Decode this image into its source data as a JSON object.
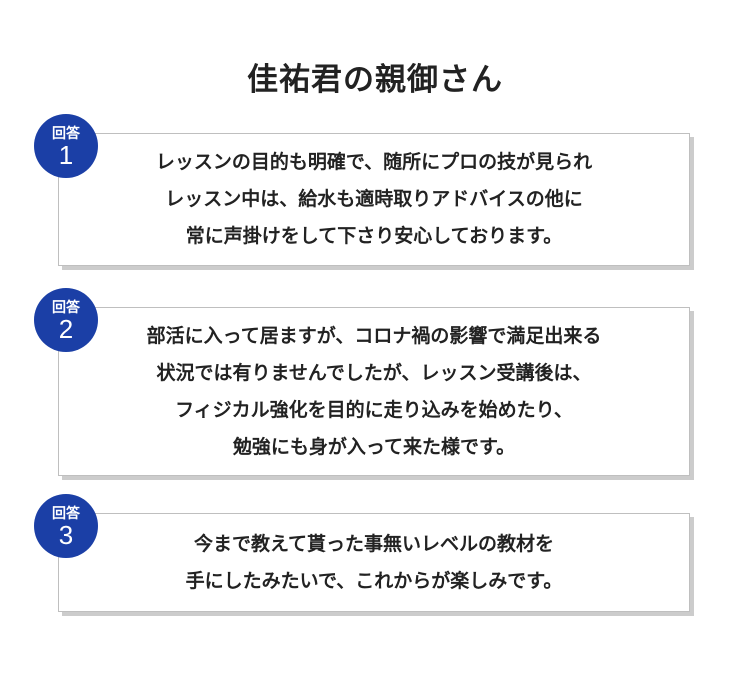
{
  "title": "佳祐君の親御さん",
  "accent_color": "#1b3fa6",
  "answers": [
    {
      "label": "回答",
      "number": "1",
      "lines": [
        "レッスンの目的も明確で、随所にプロの技が見られ",
        "レッスン中は、給水も適時取りアドバイスの他に",
        "常に声掛けをして下さり安心しております。"
      ]
    },
    {
      "label": "回答",
      "number": "2",
      "lines": [
        "部活に入って居ますが、コロナ禍の影響で満足出来る",
        "状況では有りませんでしたが、レッスン受講後は、",
        "フィジカル強化を目的に走り込みを始めたり、",
        "勉強にも身が入って来た様です。"
      ]
    },
    {
      "label": "回答",
      "number": "3",
      "lines": [
        "今まで教えて貰った事無いレベルの教材を",
        "手にしたみたいで、これからが楽しみです。"
      ]
    }
  ]
}
